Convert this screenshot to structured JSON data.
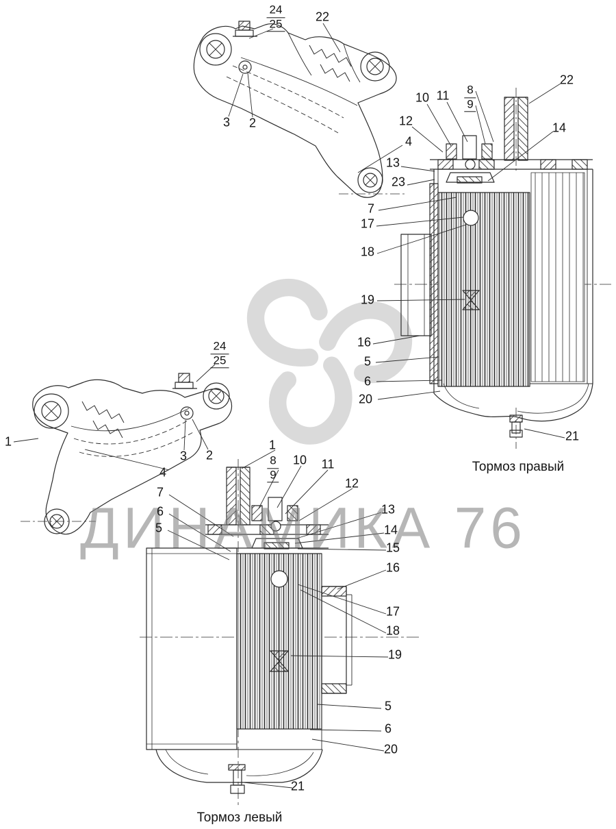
{
  "watermark": {
    "text": "ДИНАМИКА 76"
  },
  "captions": {
    "right": "Тормоз правый",
    "left": "Тормоз левый"
  },
  "top_caliper": {
    "n24": "24",
    "n25": "25",
    "n22": "22",
    "n3": "3",
    "n2": "2",
    "n4": "4"
  },
  "right_brake": {
    "n10": "10",
    "n11": "11",
    "n8": "8",
    "n9": "9",
    "n22": "22",
    "n12": "12",
    "n14": "14",
    "n13": "13",
    "n23": "23",
    "n7": "7",
    "n17": "17",
    "n18": "18",
    "n19": "19",
    "n16": "16",
    "n5": "5",
    "n6": "6",
    "n20": "20",
    "n21": "21"
  },
  "left_caliper": {
    "n24": "24",
    "n25": "25",
    "n1": "1",
    "n3": "3",
    "n2": "2",
    "n4": "4"
  },
  "left_brake": {
    "n1": "1",
    "n8": "8",
    "n9": "9",
    "n10": "10",
    "n11": "11",
    "n12": "12",
    "n7": "7",
    "n6_top": "6",
    "n5_top": "5",
    "n13": "13",
    "n14": "14",
    "n15": "15",
    "n16": "16",
    "n17": "17",
    "n18": "18",
    "n19": "19",
    "n5": "5",
    "n6": "6",
    "n20": "20",
    "n21": "21"
  }
}
